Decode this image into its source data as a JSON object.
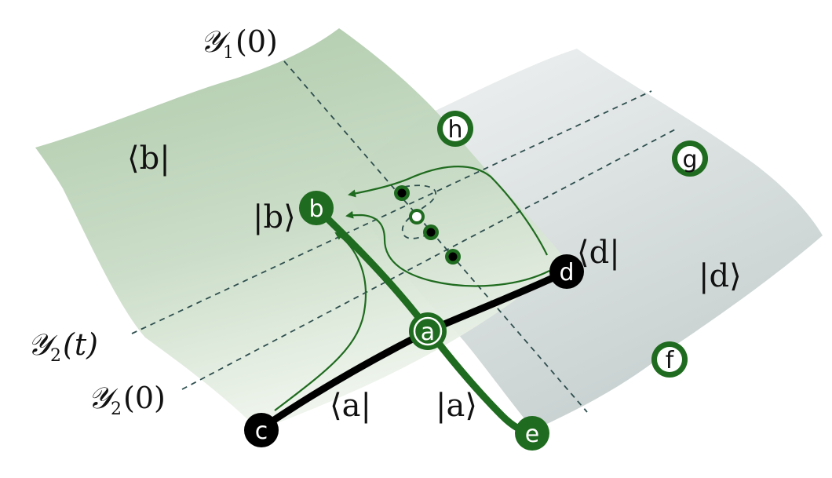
{
  "colors": {
    "green_dark": "#1f6b1f",
    "green_sheet": "#b6cfb2",
    "grey_sheet": "#d6dcdc",
    "black": "#000000",
    "white": "#ffffff"
  },
  "labels": {
    "gamma1_0": {
      "sym": "𝒴",
      "sub": "1",
      "arg": "(0)"
    },
    "gamma2_t": {
      "sym": "𝒴",
      "sub": "2",
      "arg": "(t)"
    },
    "gamma2_0": {
      "sym": "𝒴",
      "sub": "2",
      "arg": "(0)"
    },
    "bra_b": "⟨b|",
    "ket_b": "|b⟩",
    "bra_d": "⟨d|",
    "ket_d": "|d⟩",
    "bra_a": "⟨a|",
    "ket_a": "|a⟩"
  },
  "nodes": {
    "a": "a",
    "b": "b",
    "c": "c",
    "d": "d",
    "e": "e",
    "f": "f",
    "g": "g",
    "h": "h"
  }
}
